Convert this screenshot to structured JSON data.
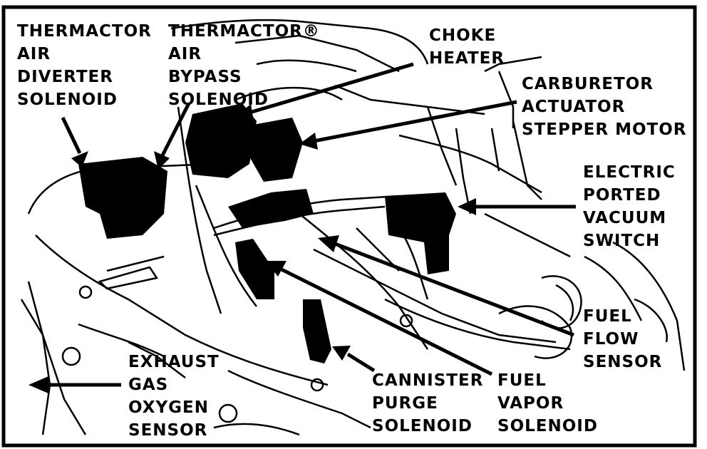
{
  "colors": {
    "ink": "#000000",
    "paper": "#ffffff"
  },
  "labels": {
    "air_diverter": [
      "THERMACTOR",
      "AIR",
      "DIVERTER",
      "SOLENOID"
    ],
    "air_bypass": [
      "THERMACTOR®",
      "AIR",
      "BYPASS",
      "SOLENOID"
    ],
    "choke": [
      "CHOKE",
      "HEATER"
    ],
    "stepper": [
      "CARBURETOR",
      "ACTUATOR",
      "STEPPER MOTOR"
    ],
    "evp": [
      "ELECTRIC",
      "PORTED",
      "VACUUM",
      "SWITCH"
    ],
    "fuel_flow": [
      "FUEL",
      "FLOW",
      "SENSOR"
    ],
    "exhaust": [
      "EXHAUST",
      "GAS",
      "OXYGEN",
      "SENSOR"
    ],
    "cannister": [
      "CANNISTER",
      "PURGE",
      "SOLENOID"
    ],
    "fuel_vapor": [
      "FUEL",
      "VAPOR",
      "SOLENOID"
    ]
  }
}
